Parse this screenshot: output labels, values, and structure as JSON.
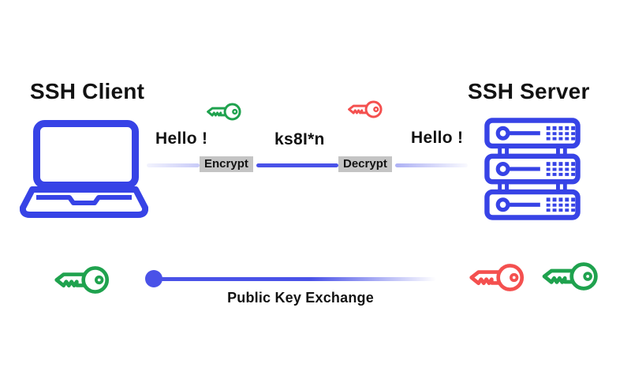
{
  "colors": {
    "bg": "#ffffff",
    "blue": "#3743e6",
    "line-blue": "#4a52e8",
    "green": "#1fa24e",
    "red": "#f4504f",
    "label-bg": "#c4c4c4",
    "text": "#121212"
  },
  "client": {
    "title": "SSH Client",
    "message": "Hello !"
  },
  "server": {
    "title": "SSH Server",
    "message": "Hello !"
  },
  "channel": {
    "ciphertext": "ks8I*n",
    "encrypt_label": "Encrypt",
    "decrypt_label": "Decrypt"
  },
  "exchange": {
    "label": "Public Key Exchange"
  },
  "icons": {
    "laptop": "laptop-outline",
    "server_rack": "server-rack-outline",
    "encrypt_key": "key-outline-green",
    "decrypt_key": "key-outline-red",
    "client_public_key": "key-outline-green",
    "server_private_key": "key-outline-red",
    "server_public_key": "key-outline-green"
  }
}
